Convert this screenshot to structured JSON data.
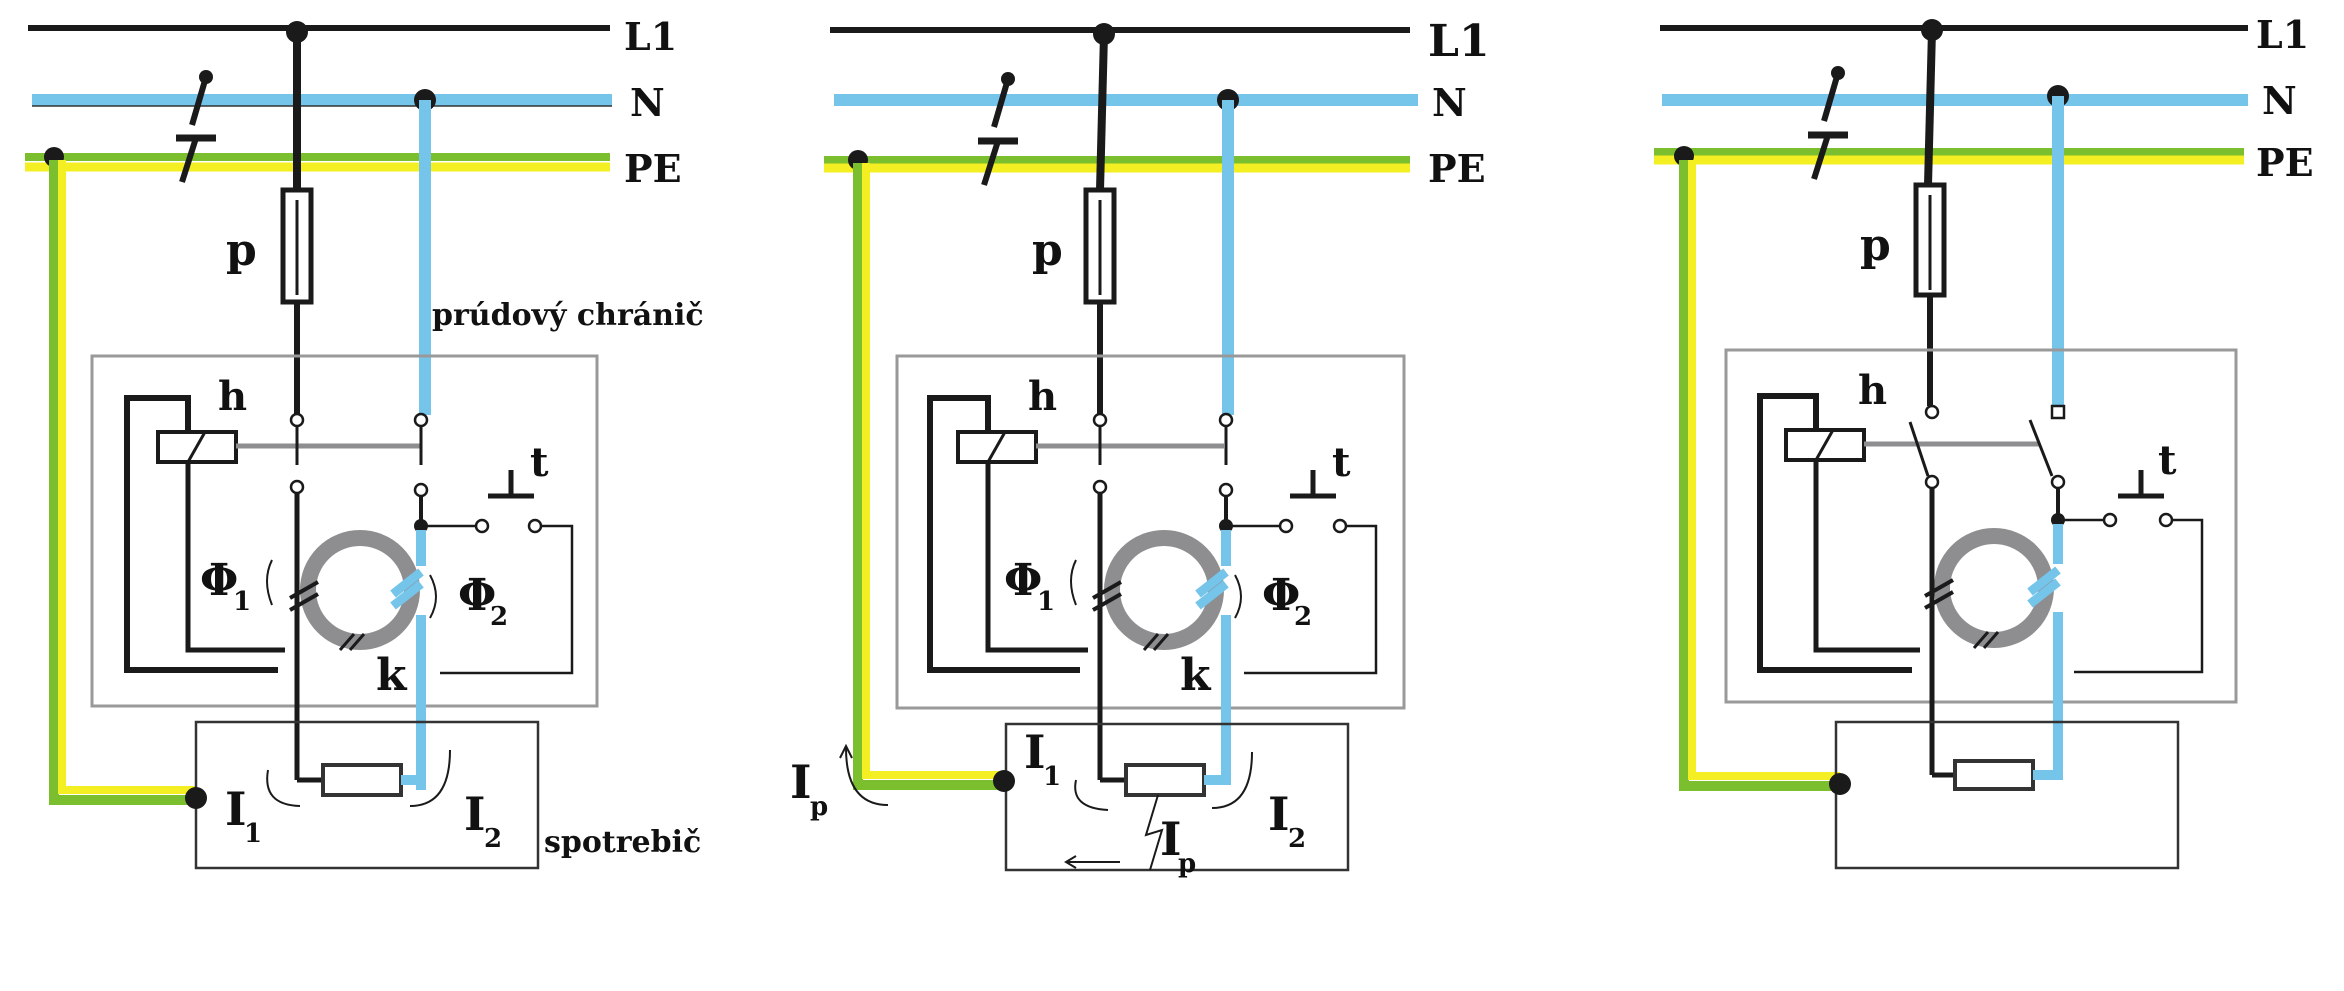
{
  "colors": {
    "phase": "#1a1a1a",
    "neutral": "#75c4ea",
    "pe_yellow": "#f4ef22",
    "pe_green": "#7cbf2e",
    "core": "#8e8e90",
    "frame": "#999999",
    "thin": "#333333"
  },
  "panels": [
    {
      "id": "left",
      "lines": {
        "l1": "L1",
        "n": "N",
        "pe": "PE"
      },
      "fuse": "p",
      "relay": "h",
      "test": "t",
      "core": "k",
      "flux1": {
        "sym": "Φ",
        "sub": "1"
      },
      "flux2": {
        "sym": "Φ",
        "sub": "2"
      },
      "device_label": "prúdový chránič",
      "consumer_label": "spotrebič",
      "i1": {
        "sym": "I",
        "sub": "1"
      },
      "i2": {
        "sym": "I",
        "sub": "2"
      }
    },
    {
      "id": "middle",
      "lines": {
        "l1": "L1",
        "n": "N",
        "pe": "PE"
      },
      "fuse": "p",
      "relay": "h",
      "test": "t",
      "core": "k",
      "flux1": {
        "sym": "Φ",
        "sub": "1"
      },
      "flux2": {
        "sym": "Φ",
        "sub": "2"
      },
      "i1": {
        "sym": "I",
        "sub": "1"
      },
      "i2": {
        "sym": "I",
        "sub": "2"
      },
      "ip_outside": {
        "sym": "I",
        "sub": "p"
      },
      "ip_fault": {
        "sym": "I",
        "sub": "p"
      }
    },
    {
      "id": "right",
      "lines": {
        "l1": "L1",
        "n": "N",
        "pe": "PE"
      },
      "fuse": "p",
      "relay": "h",
      "test": "t"
    }
  ]
}
